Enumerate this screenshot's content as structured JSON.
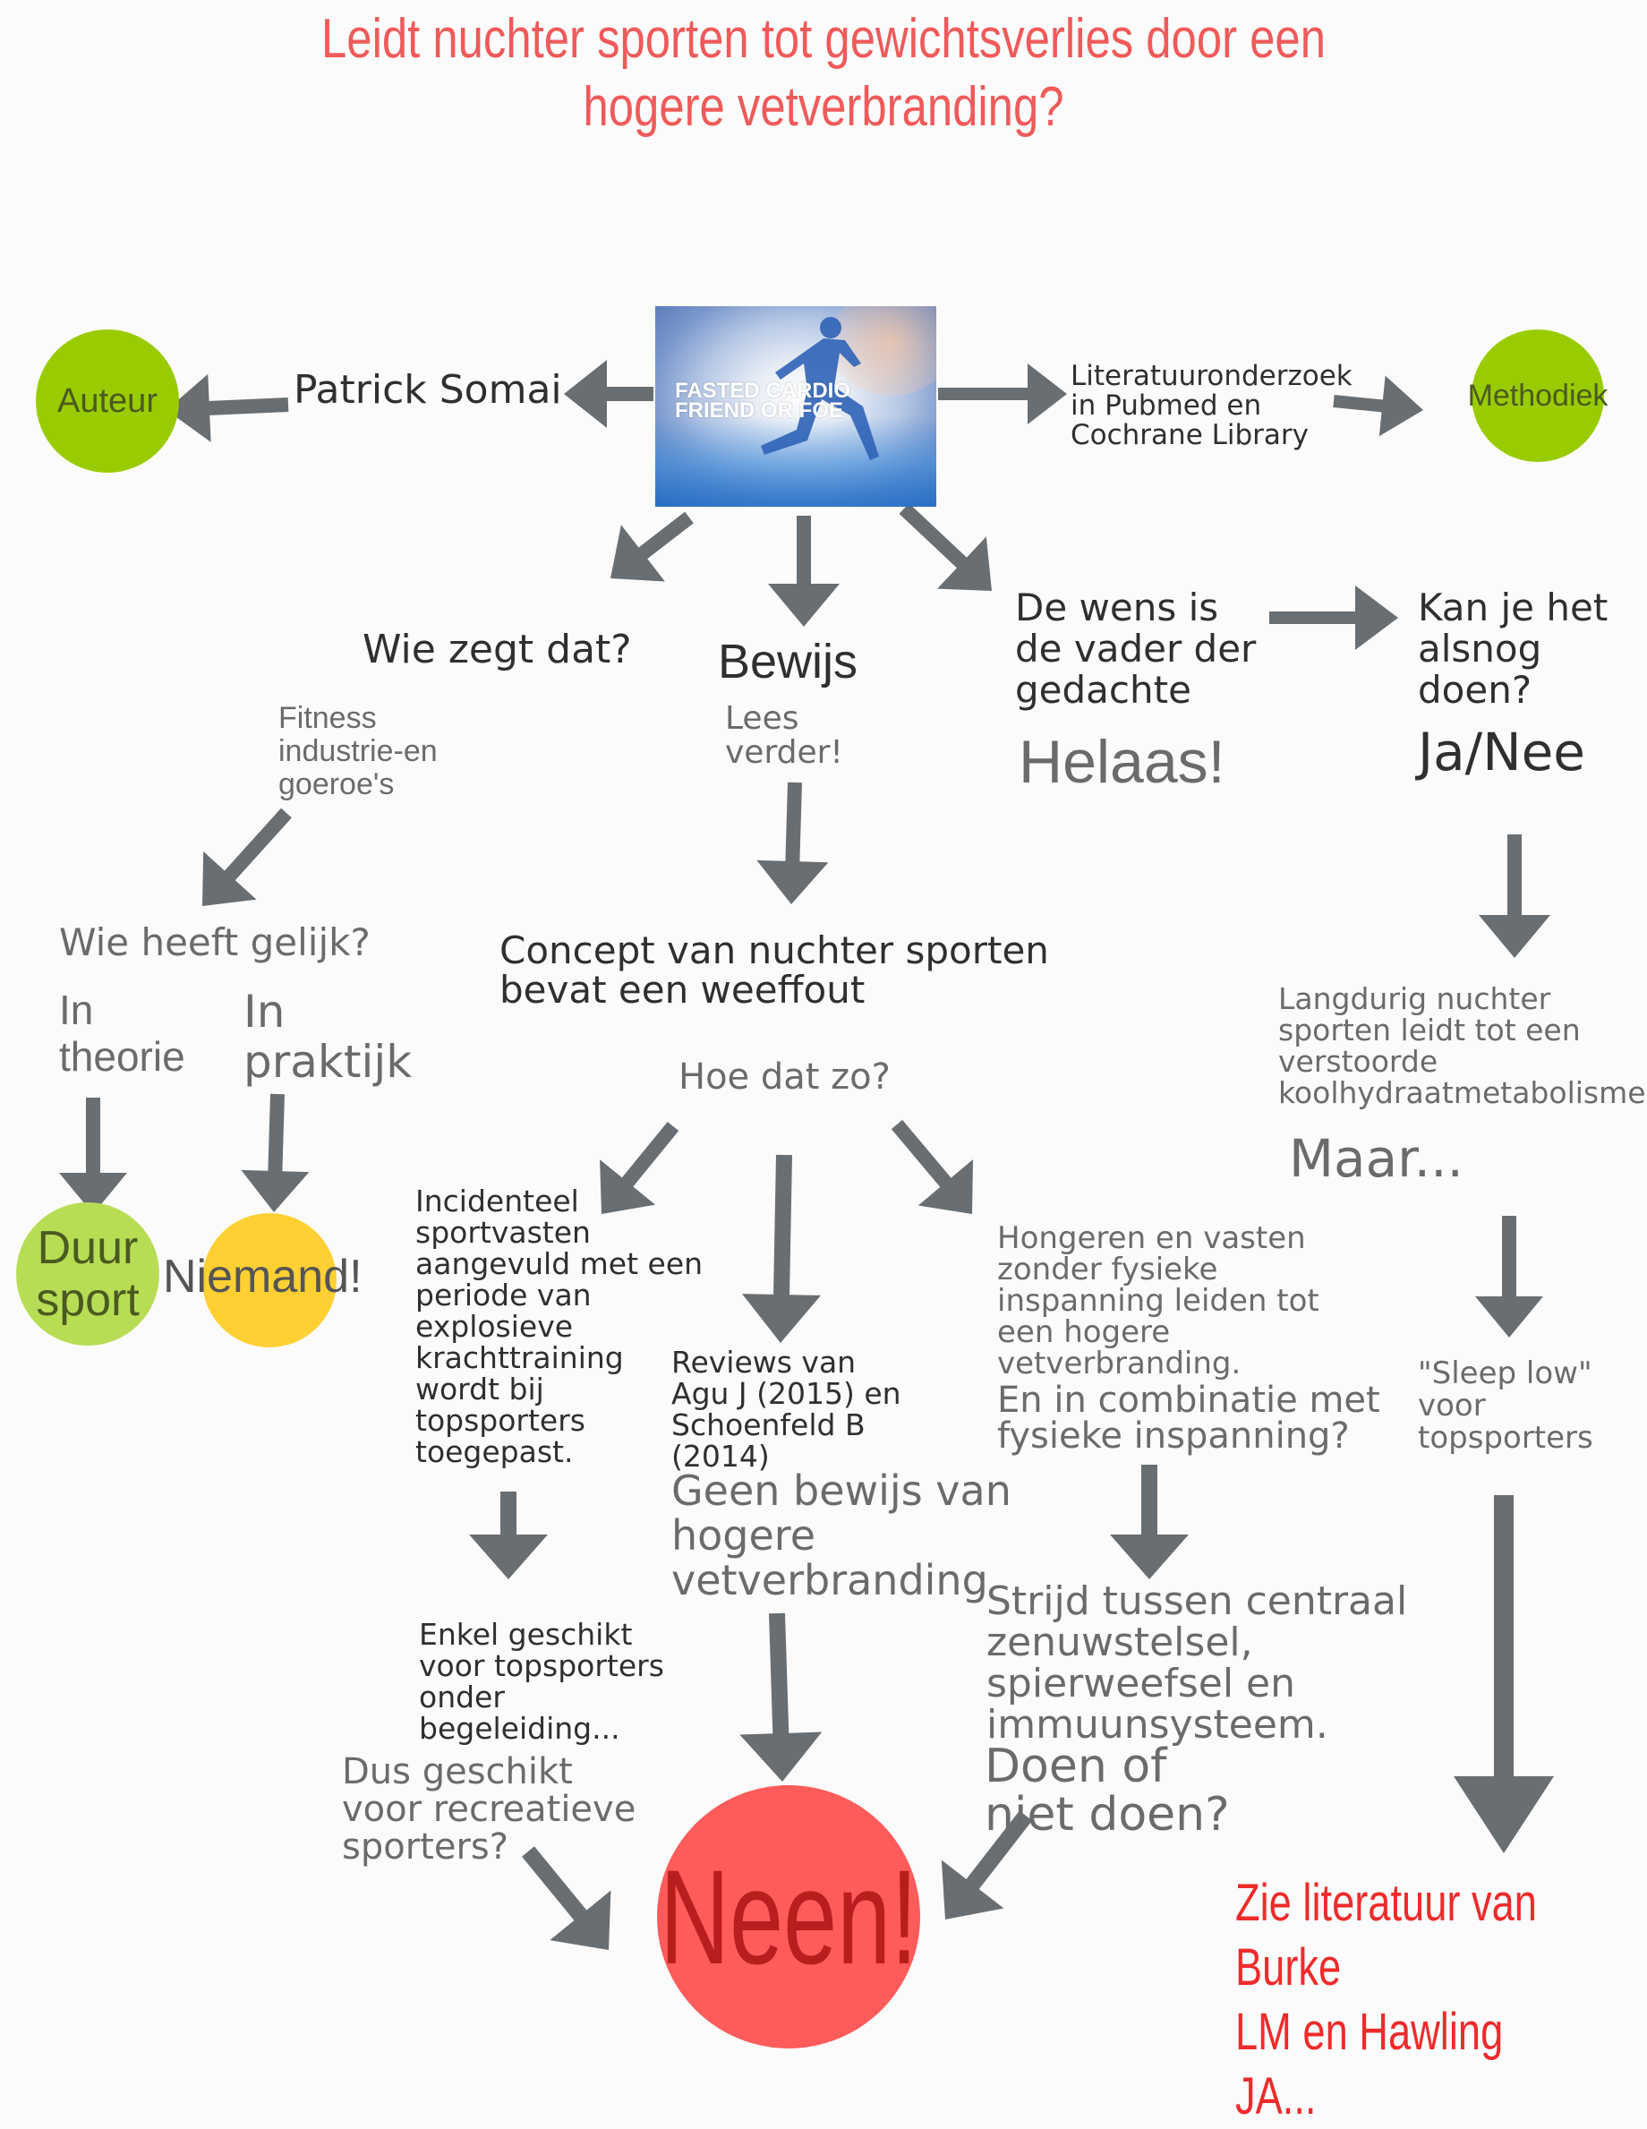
{
  "title": "Leidt nuchter sporten tot gewichtsverlies door een\nhogere vetverbranding?",
  "image": {
    "caption": "FASTED CARDIO\nFRIEND OR FOE"
  },
  "circles": {
    "auteur": "Auteur",
    "methodiek": "Methodiek",
    "duursport": "Duur\nsport",
    "niemand": "Niemand!",
    "neen": "Neen!"
  },
  "nodes": {
    "author_name": "Patrick Somai",
    "method": "Literatuuronderzoek\nin Pubmed en\nCochrane Library",
    "wie_zegt": "Wie zegt dat?",
    "bewijs": "Bewijs",
    "wens": "De wens is\nde vader der\ngedachte",
    "kan_je": "Kan je het\nalsnog\ndoen?",
    "fitness": "Fitness\nindustrie-en\ngoeroe's",
    "lees": "Lees\nverder!",
    "helaas": "Helaas!",
    "janee": "Ja/Nee",
    "wie_gelijk": "Wie heeft gelijk?",
    "theorie": "In\ntheorie",
    "praktijk": "In\npraktijk",
    "concept": "Concept van nuchter sporten\nbevat een weeffout",
    "langdurig": "Langdurig nuchter\nsporten leidt tot een\nverstoorde\nkoolhydraatmetabolisme",
    "hoe": "Hoe dat zo?",
    "maar": "Maar...",
    "incidenteel": "Incidenteel\nsportvasten\naangevuld met een\nperiode van\nexplosieve\nkrachttraining\nwordt bij\ntopsporters\ntoegepast.",
    "hongeren": "Hongeren en vasten\nzonder fysieke\ninspanning leiden tot\neen hogere\nvetverbranding.",
    "combinatie": "En in combinatie met\nfysieke inspanning?",
    "reviews": "Reviews van\nAgu J (2015) en\nSchoenfeld B\n(2014)",
    "geen_bewijs": "Geen bewijs van\nhogere\nvetverbranding",
    "sleep_low": "\"Sleep low\"\nvoor\ntopsporters",
    "enkel": "Enkel geschikt\nvoor topsporters\nonder\nbegeleiding...",
    "dus": "Dus geschikt\nvoor recreatieve\nsporters?",
    "strijd": "Strijd tussen centraal\nzenuwstelsel,\nspierweefsel en\nimmuunsysteem.",
    "doen": "Doen of\nniet doen?",
    "zie": "Zie literatuur van Burke\nLM en Hawling JA..."
  },
  "colors": {
    "title": "#ef5a5a",
    "arrow": "#686e72",
    "green": "#99cc00",
    "yellow": "#ffd033",
    "red": "#fe5b5b"
  }
}
